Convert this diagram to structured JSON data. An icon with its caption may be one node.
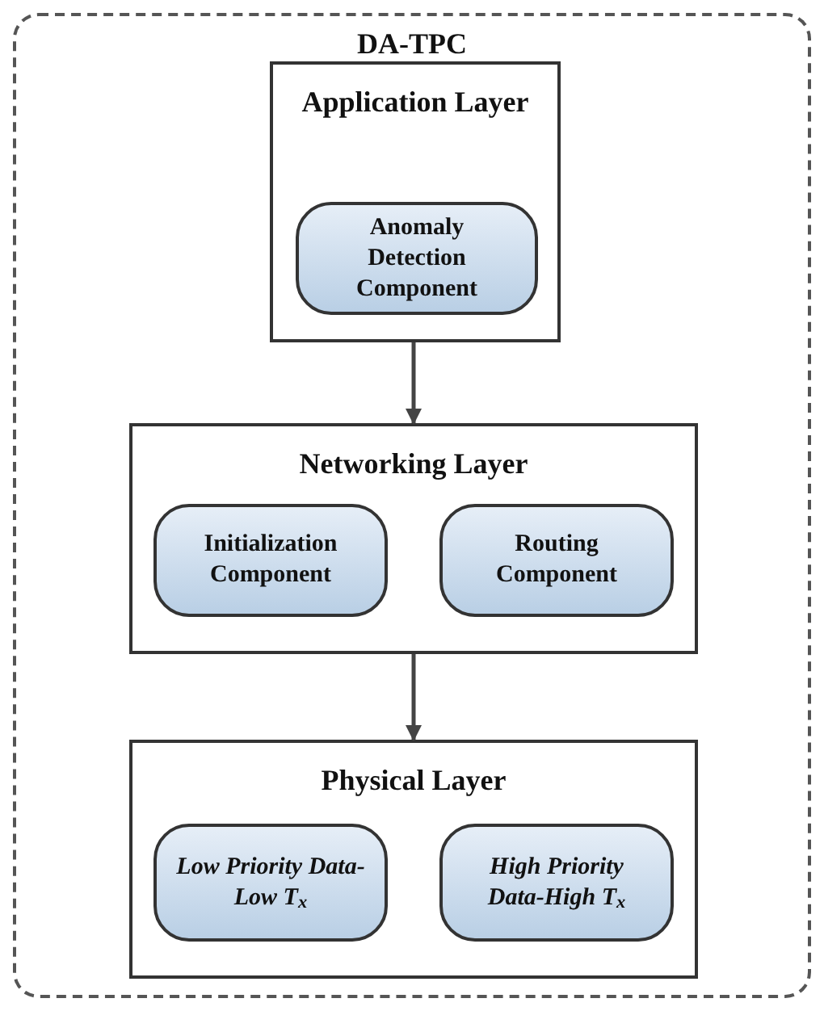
{
  "diagram": {
    "nodes": [
      {
        "text": [
          "DA-TPC"
        ]
      },
      {
        "text": [
          "Application Layer"
        ],
        "in": 0
      },
      {
        "text": [
          "Anomaly Detection Component"
        ],
        "in": 1
      },
      {
        "text": [
          "Networking Layer"
        ],
        "in": 0
      },
      {
        "text": [
          "Initialization Component"
        ],
        "in": 3
      },
      {
        "text": [
          "Routing Component"
        ],
        "in": 3
      },
      {
        "text": [
          "Physical Layer"
        ],
        "in": 0
      },
      {
        "text": [
          "Low Priority Data-Low T$_{x}$"
        ],
        "in": 6
      },
      {
        "text": [
          "High Priority Data-High T$_{x}$"
        ],
        "in": 6
      }
    ],
    "edges": [
      {
        "from": 1,
        "to": 3,
        "arrow": "to"
      },
      {
        "from": 3,
        "to": 6,
        "arrow": "to"
      }
    ]
  }
}
